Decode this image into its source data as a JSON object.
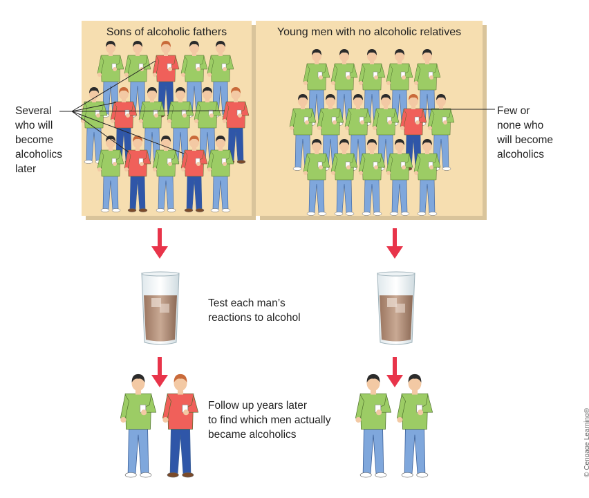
{
  "left_panel": {
    "title": "Sons of alcoholic fathers",
    "callout": [
      "Several",
      "who will",
      "become",
      "alcoholics",
      "later"
    ]
  },
  "right_panel": {
    "title": "Young men with no alcoholic relatives",
    "callout": [
      "Few or",
      "none who",
      "will become",
      "alcoholics"
    ]
  },
  "step_test": {
    "lines": [
      "Test each man’s",
      "reactions to alcohol"
    ]
  },
  "step_follow": {
    "lines": [
      "Follow up years later",
      "to find which men actually",
      "became alcoholics"
    ]
  },
  "credit": "© Cengage Learning®",
  "colors": {
    "panel_bg": "#f6deb0",
    "shirt_green": "#9ccc65",
    "shirt_red": "#f0605a",
    "jeans": "#7fa7dc",
    "jeans_dark": "#2f56a8",
    "arrow_red": "#e8344a",
    "hair": "#2b2b2b",
    "hair_red": "#c96a3a",
    "skin": "#f3c9a4",
    "drink": "#b7917a"
  }
}
